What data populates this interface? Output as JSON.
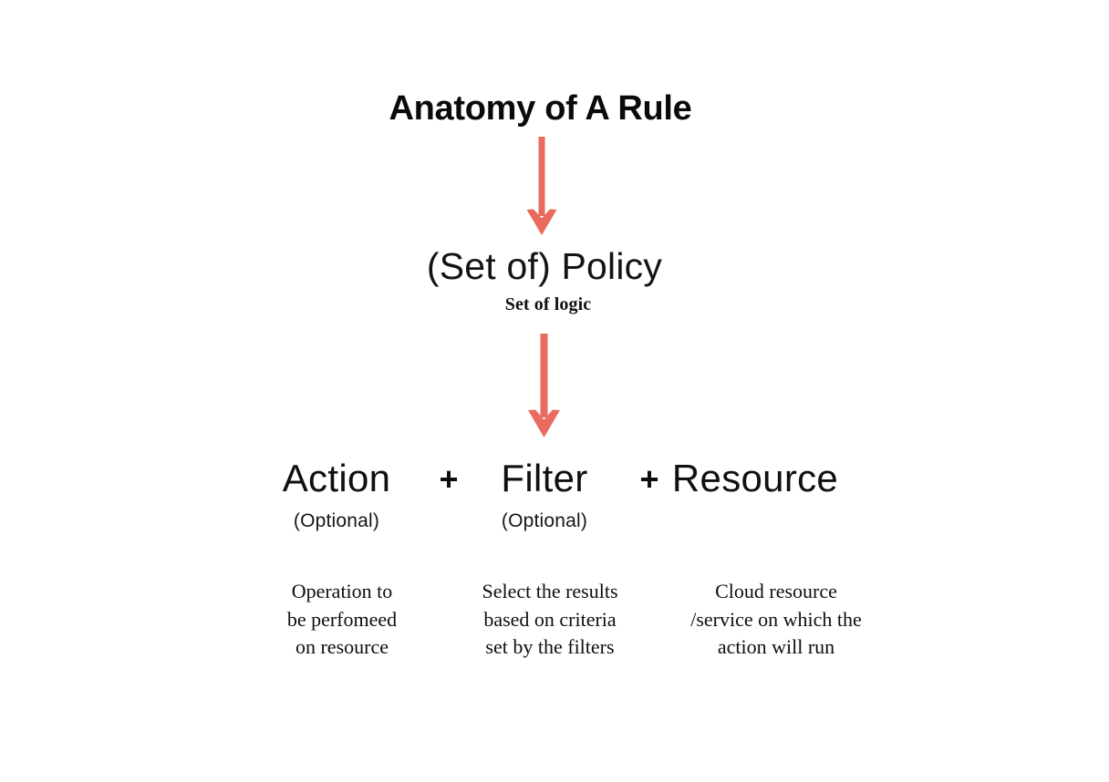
{
  "page": {
    "background_color": "#ffffff",
    "accent_color": "#ea6b5e",
    "text_color": "#101010"
  },
  "title": "Anatomy of A Rule",
  "policy": {
    "label": "(Set of) Policy",
    "subtitle": "Set of logic"
  },
  "arrows": [
    {
      "name": "arrow-title-to-policy",
      "color": "#ea6b5e",
      "direction": "down"
    },
    {
      "name": "arrow-policy-to-formula",
      "color": "#ea6b5e",
      "direction": "down"
    }
  ],
  "formula": {
    "action": "Action",
    "plus_1": "+",
    "filter": "Filter",
    "plus_2": "+",
    "resource": "Resource"
  },
  "optional_labels": {
    "action": "(Optional)",
    "filter": "(Optional)"
  },
  "descriptions": {
    "action": {
      "line1": "Operation to",
      "line2": "be perfomeed",
      "line3": "on resource"
    },
    "filter": {
      "line1": "Select the results",
      "line2": "based on criteria",
      "line3": "set by the filters"
    },
    "resource": {
      "line1": "Cloud resource",
      "line2": "/service on which the",
      "line3": "action will run"
    }
  }
}
